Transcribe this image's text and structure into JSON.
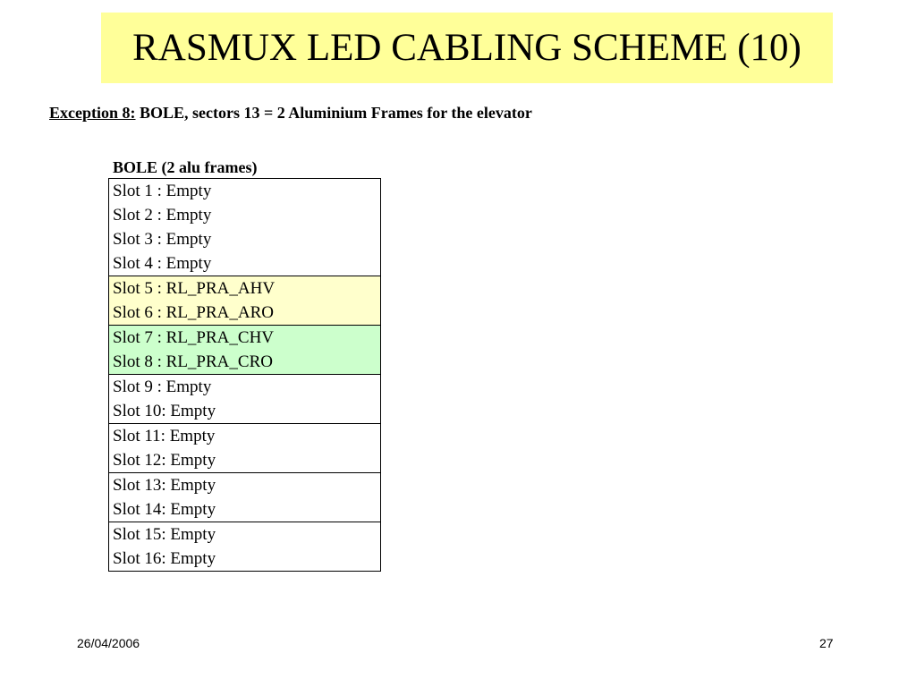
{
  "title": "RASMUX LED CABLING SCHEME (10)",
  "subtitle": {
    "label": "Exception 8:",
    "text": " BOLE, sectors 13 = 2 Aluminium Frames for the elevator"
  },
  "table": {
    "heading": "BOLE (2 alu frames)",
    "groups": [
      {
        "color": "#ffffff",
        "slots": [
          "Slot 1 : Empty",
          "Slot 2 : Empty",
          "Slot 3 : Empty",
          "Slot 4 : Empty"
        ]
      },
      {
        "color": "#ffffcc",
        "slots": [
          "Slot 5 : RL_PRA_AHV",
          "Slot 6 : RL_PRA_ARO"
        ]
      },
      {
        "color": "#ccffcc",
        "slots": [
          "Slot 7 : RL_PRA_CHV",
          "Slot 8 : RL_PRA_CRO"
        ]
      },
      {
        "color": "#ffffff",
        "slots": [
          "Slot 9 : Empty",
          "Slot 10: Empty"
        ]
      },
      {
        "color": "#ffffff",
        "slots": [
          "Slot 11: Empty",
          "Slot 12: Empty"
        ]
      },
      {
        "color": "#ffffff",
        "slots": [
          "Slot 13: Empty",
          "Slot 14: Empty"
        ]
      },
      {
        "color": "#ffffff",
        "slots": [
          "Slot 15: Empty",
          "Slot 16: Empty"
        ]
      }
    ]
  },
  "footer": {
    "date": "26/04/2006",
    "page": "27"
  },
  "colors": {
    "title_background": "#ffff99"
  }
}
